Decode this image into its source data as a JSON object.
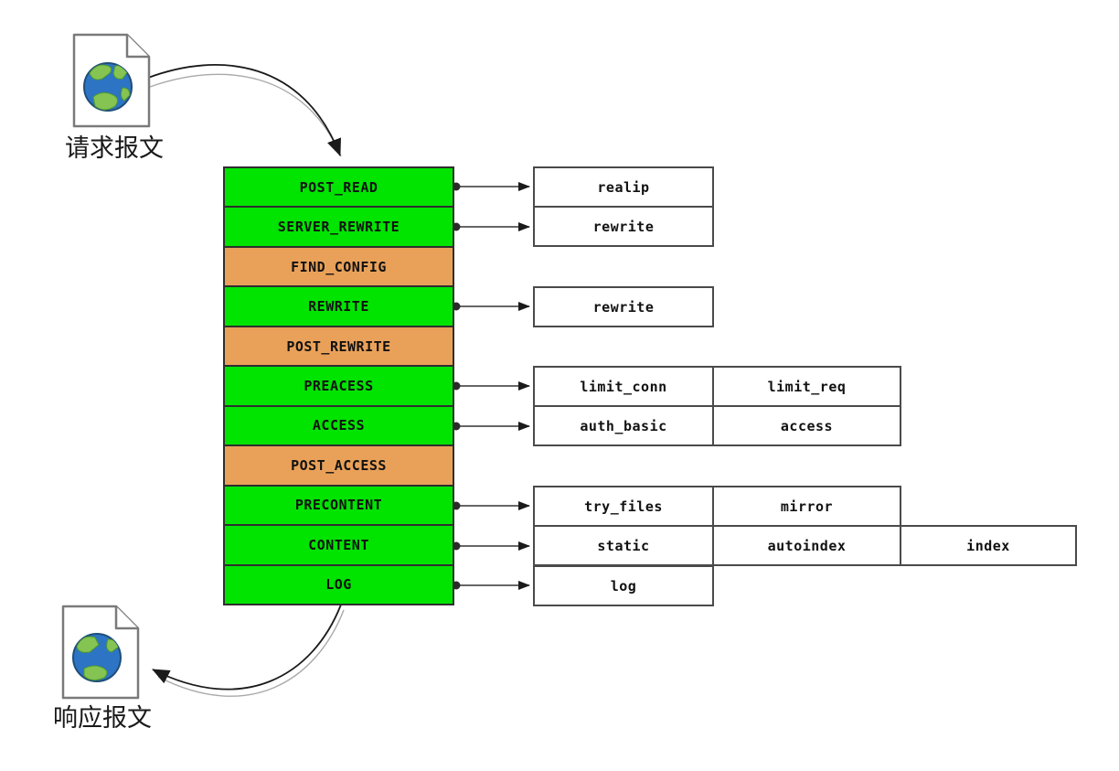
{
  "diagram": {
    "request_label": "请求报文",
    "response_label": "响应报文"
  },
  "colors": {
    "phase_green": "#00e400",
    "phase_orange": "#e9a159"
  },
  "phases": [
    {
      "label": "POST_READ",
      "type": "green",
      "modules": [
        "realip"
      ]
    },
    {
      "label": "SERVER_REWRITE",
      "type": "green",
      "modules": [
        "rewrite"
      ]
    },
    {
      "label": "FIND_CONFIG",
      "type": "orange",
      "modules": []
    },
    {
      "label": "REWRITE",
      "type": "green",
      "modules": [
        "rewrite"
      ]
    },
    {
      "label": "POST_REWRITE",
      "type": "orange",
      "modules": []
    },
    {
      "label": "PREACESS",
      "type": "green",
      "modules": [
        "limit_conn",
        "limit_req"
      ]
    },
    {
      "label": "ACCESS",
      "type": "green",
      "modules": [
        "auth_basic",
        "access"
      ]
    },
    {
      "label": "POST_ACCESS",
      "type": "orange",
      "modules": []
    },
    {
      "label": "PRECONTENT",
      "type": "green",
      "modules": [
        "try_files",
        "mirror"
      ]
    },
    {
      "label": "CONTENT",
      "type": "green",
      "modules": [
        "static",
        "autoindex",
        "index"
      ]
    },
    {
      "label": "LOG",
      "type": "green",
      "modules": [
        "log"
      ]
    }
  ]
}
